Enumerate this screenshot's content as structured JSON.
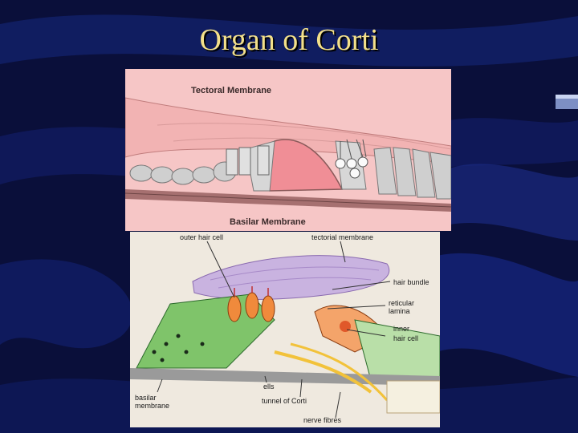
{
  "slide": {
    "title": "Organ of Corti"
  },
  "colors": {
    "background": "#0a0f3a",
    "title": "#f3e08a",
    "top_panel_bg": "#f6c6c6",
    "hair_cell_orange": "#f08a3c",
    "membrane_purple": "#c9b3e0",
    "support_cell_green": "#7fc46a"
  },
  "top_figure": {
    "tectoral_label": "Tectoral Membrane",
    "basilar_label": "Basilar Membrane"
  },
  "bottom_figure": {
    "labels": {
      "outer_hair_cell": "outer hair cell",
      "tectorial_membrane": "tectorial membrane",
      "hair_bundle": "hair bundle",
      "reticular_lamina_1": "reticular",
      "reticular_lamina_2": "lamina",
      "inner_hair_cell_1": "inner",
      "inner_hair_cell_2": "hair cell",
      "cells": "ells",
      "basilar_membrane_1": "basilar",
      "basilar_membrane_2": "membrane",
      "tunnel_of_corti": "tunnel of Corti",
      "nerve_fibres": "nerve fibres"
    }
  }
}
